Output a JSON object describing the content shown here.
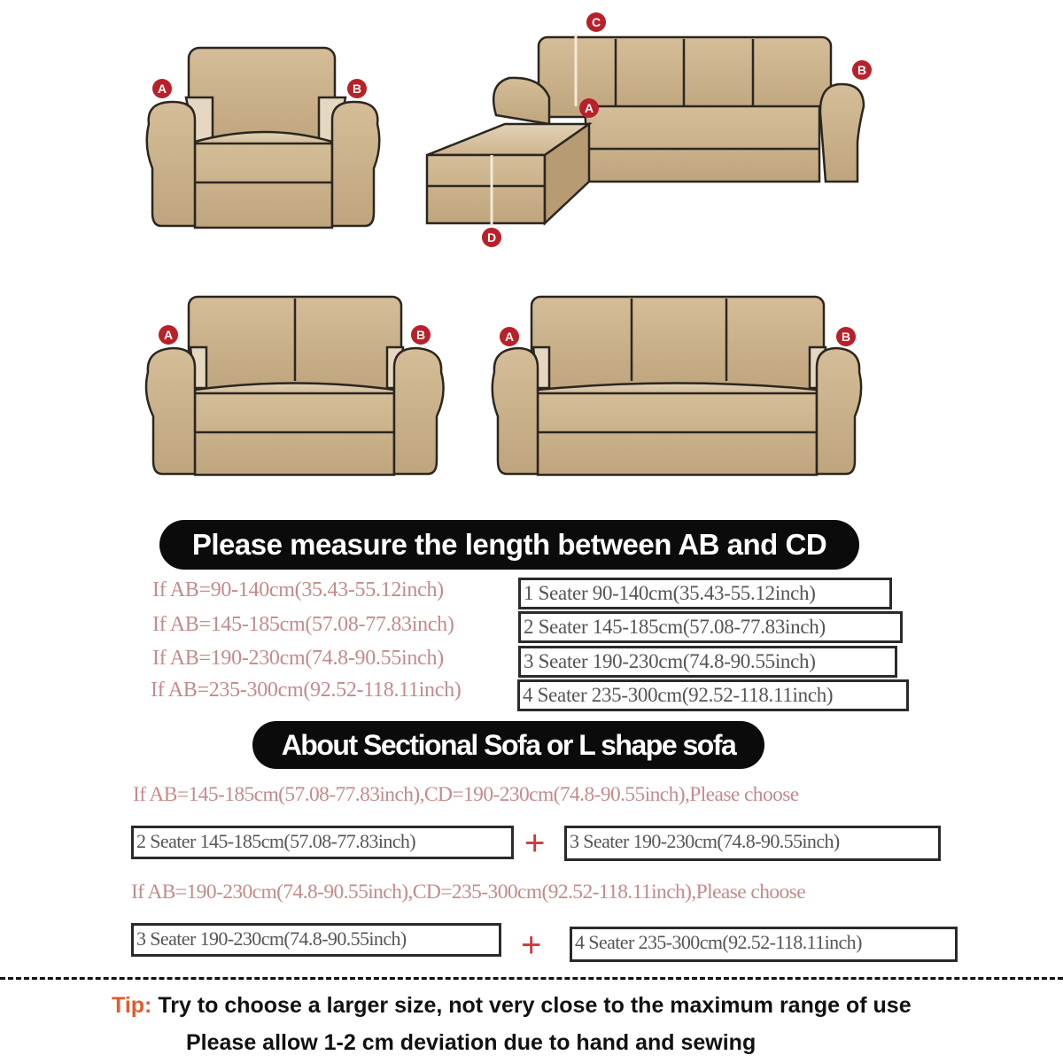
{
  "diagrams": {
    "armchair": {
      "markers": [
        "A",
        "B"
      ]
    },
    "sectional": {
      "markers": [
        "C",
        "A",
        "B",
        "D"
      ]
    },
    "loveseat": {
      "markers": [
        "A",
        "B"
      ]
    },
    "sofa": {
      "markers": [
        "A",
        "B"
      ]
    }
  },
  "colors": {
    "sofa_fill": "#c9b08a",
    "sofa_outline": "#2b2620",
    "marker": "#b8202a",
    "condition_text": "#c48b8a",
    "tip_label": "#e45a2c",
    "plus": "#d0393c"
  },
  "measure_heading": "Please measure the length between AB and CD",
  "size_table": [
    {
      "condition": "If AB=90-140cm(35.43-55.12inch)",
      "option": "1 Seater 90-140cm(35.43-55.12inch)"
    },
    {
      "condition": "If AB=145-185cm(57.08-77.83inch)",
      "option": "2 Seater 145-185cm(57.08-77.83inch)"
    },
    {
      "condition": "If AB=190-230cm(74.8-90.55inch)",
      "option": "3 Seater 190-230cm(74.8-90.55inch)"
    },
    {
      "condition": "If AB=235-300cm(92.52-118.11inch)",
      "option": "4 Seater 235-300cm(92.52-118.11inch)"
    }
  ],
  "sectional_heading": "About Sectional Sofa or L shape sofa",
  "sectional_rules": [
    {
      "condition": "If AB=145-185cm(57.08-77.83inch),CD=190-230cm(74.8-90.55inch),Please choose",
      "option_a": "2 Seater 145-185cm(57.08-77.83inch)",
      "plus": "+",
      "option_b": "3 Seater 190-230cm(74.8-90.55inch)"
    },
    {
      "condition": "If AB=190-230cm(74.8-90.55inch),CD=235-300cm(92.52-118.11inch),Please choose",
      "option_a": "3 Seater 190-230cm(74.8-90.55inch)",
      "plus": "+",
      "option_b": "4 Seater 235-300cm(92.52-118.11inch)"
    }
  ],
  "tip": {
    "label": "Tip:",
    "line1": "Try to choose a larger size, not very close to the maximum range of use",
    "line2": "Please allow 1-2 cm deviation due to hand and sewing"
  }
}
